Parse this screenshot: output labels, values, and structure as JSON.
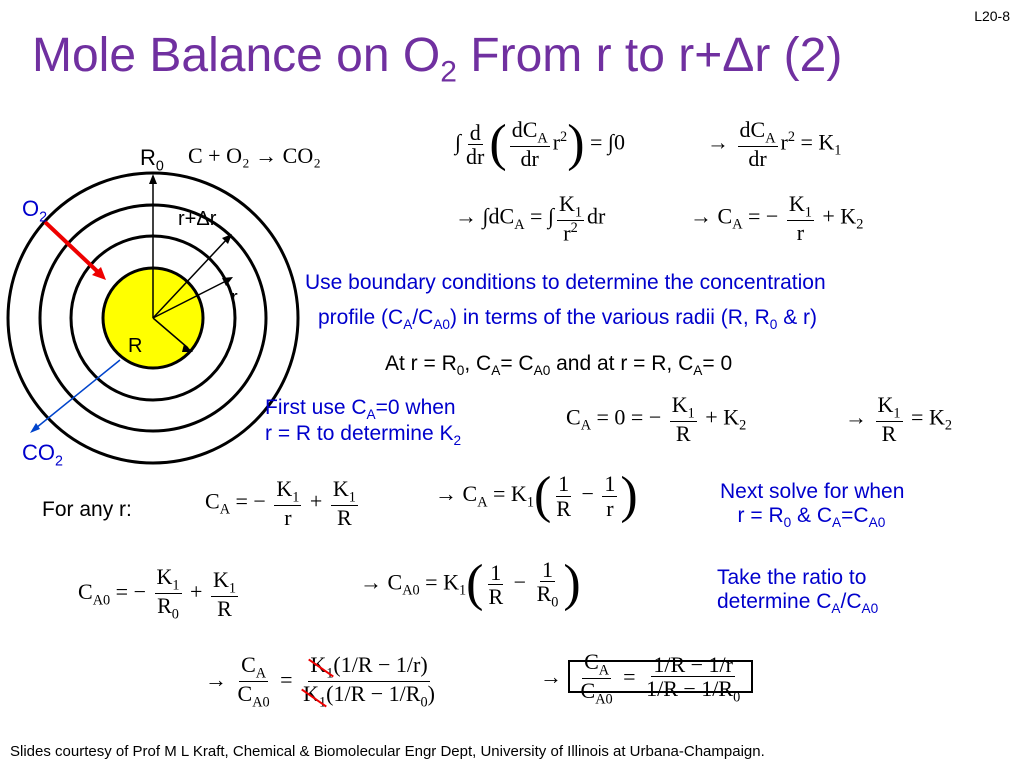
{
  "slide_number": "L20-8",
  "title": {
    "main": "Mole Balance on O",
    "sub": "2",
    "rest": " From r to r+",
    "delta": "Δ",
    "end": "r (2)"
  },
  "diagram": {
    "R0": "R",
    "R0_sub": "0",
    "reaction": "C + O₂ → CO₂",
    "rdr": "r+Δr",
    "r": "r",
    "R": "R",
    "o2": "O",
    "o2_sub": "2",
    "co2": "CO",
    "co2_sub": "2"
  },
  "text": {
    "bc_line1": "Use boundary conditions to determine the concentration",
    "bc_line2_a": "profile (C",
    "bc_line2_b": "A",
    "bc_line2_c": "/C",
    "bc_line2_d": "A0",
    "bc_line2_e": ") in terms of the various radii (R, R",
    "bc_line2_f": "0",
    "bc_line2_g": " & r)",
    "at_line": "At r = R",
    "first_use_1": "First use C",
    "first_use_2": "=0 when",
    "first_use_3": "r = R to determine K",
    "for_any_r": "For any r:",
    "next_1": "Next solve for when",
    "next_2": "r = R",
    "take_1": "Take the ratio to",
    "take_2": "determine C"
  },
  "footer": "Slides courtesy of Prof M L Kraft, Chemical & Biomolecular Engr Dept, University of Illinois at Urbana-Champaign."
}
